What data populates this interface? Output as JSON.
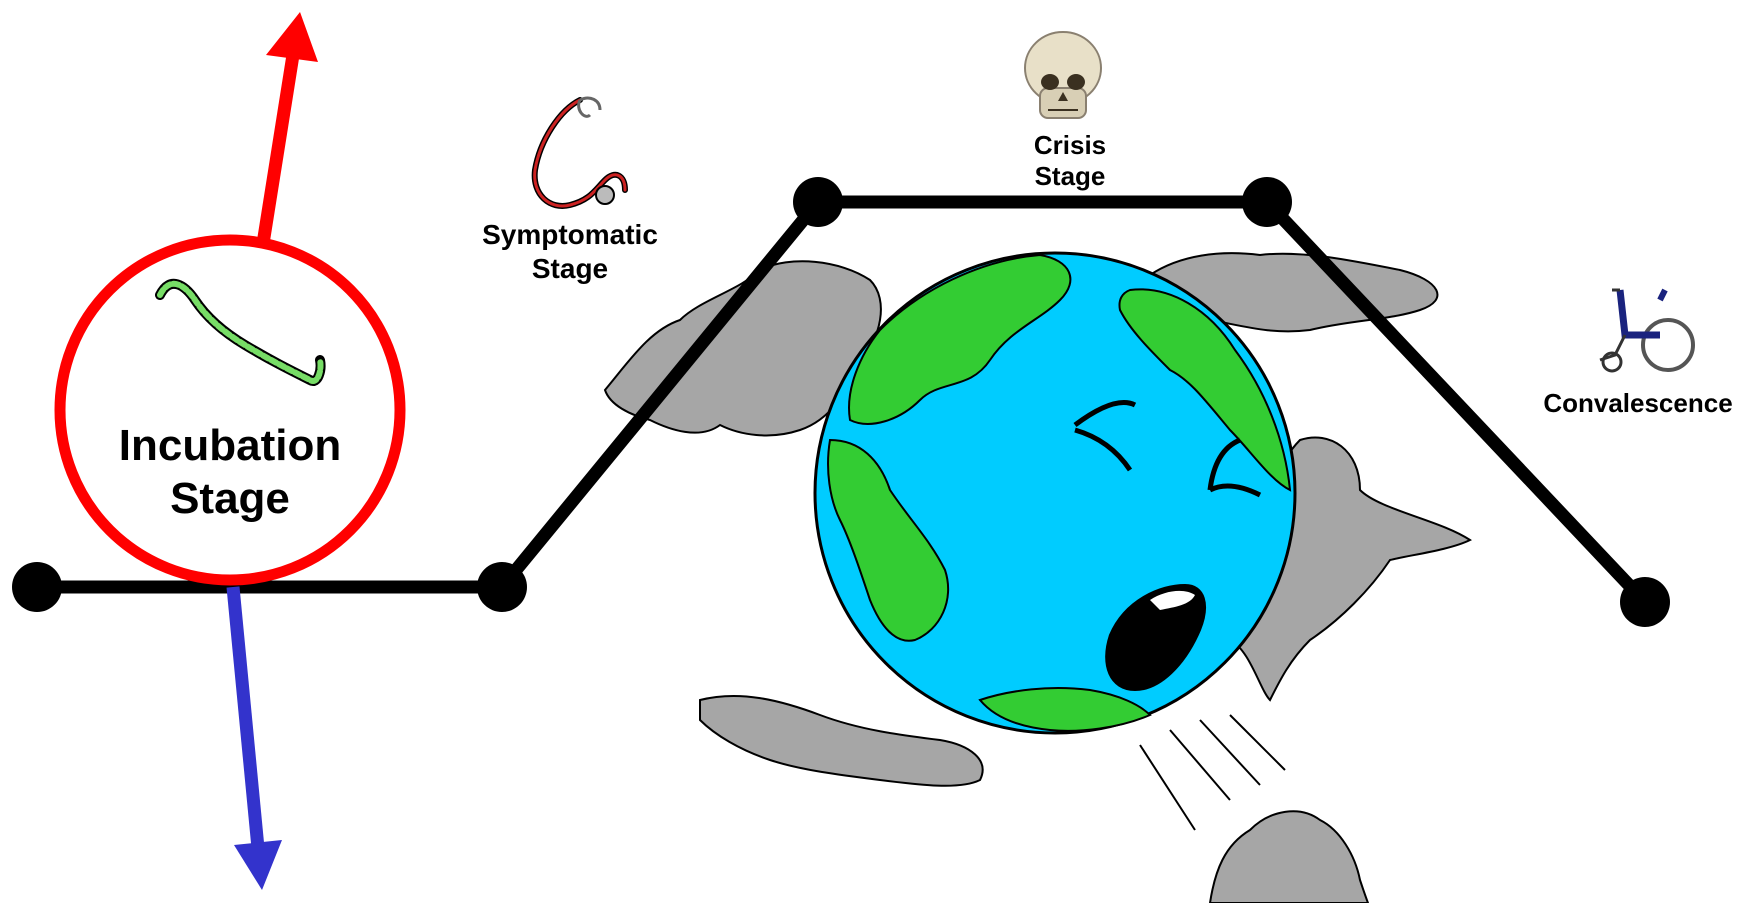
{
  "stages": {
    "incubation": "Incubation Stage",
    "symptomatic": "Symptomatic Stage",
    "crisis": "Crisis Stage",
    "convalescence": "Convalescence"
  },
  "icons": {
    "incubation": "bacteria-icon",
    "symptomatic": "stethoscope-icon",
    "crisis": "skull-icon",
    "convalescence": "wheelchair-icon",
    "center": "sneezing-earth-illustration"
  },
  "colors": {
    "timeline": "#000000",
    "circle": "#ff0000",
    "up_arrow": "#ff0000",
    "down_arrow": "#3333cc",
    "bacteria": "#77dd66",
    "earth_ocean": "#00ccff",
    "earth_land": "#33cc33",
    "cloud": "#a6a6a6"
  }
}
